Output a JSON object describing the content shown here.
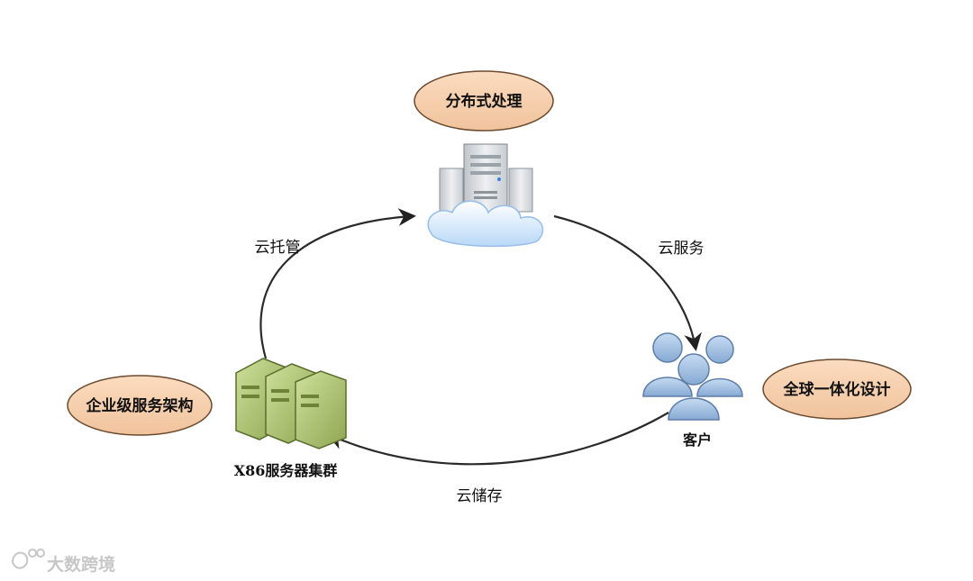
{
  "diagram": {
    "nodes": {
      "distributed": "分布式处理",
      "global_design": "全球一体化设计",
      "enterprise": "企业级服务架构",
      "servers": "X86服务器集群",
      "clients": "客户"
    },
    "edges": {
      "cloud_service": "云服务",
      "cloud_storage": "云储存",
      "cloud_hosting": "云托管"
    }
  },
  "watermark": {
    "text": "大数跨境"
  },
  "colors": {
    "bubble_fill": "#f5cfae",
    "bubble_stroke": "#6b4a2f",
    "server_green": "#a7c06d",
    "person_blue": "#a3bfe0",
    "cloud_blue": "#cfe4fb",
    "arrow": "#2a2a2a"
  }
}
